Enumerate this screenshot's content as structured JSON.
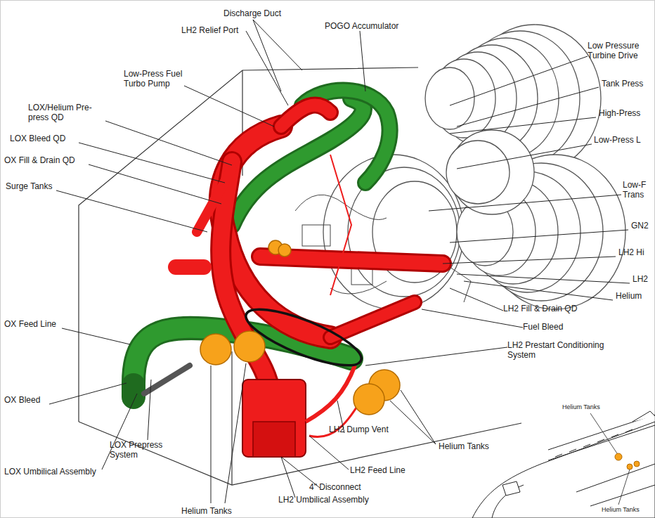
{
  "diagram": {
    "labels": [
      "Discharge Duct",
      "LH2 Relief Port",
      "POGO Accumulator",
      "Low Pressure Turbine Drive",
      "Tank Press",
      "High-Press",
      "Low-Press L",
      "Low-F Trans",
      "GN2",
      "LH2 Hi",
      "LH2",
      "Helium",
      "Low-Press Fuel Turbo Pump",
      "LOX/Helium Pre-press QD",
      "LOX Bleed QD",
      "OX Fill & Drain QD",
      "Surge Tanks",
      "OX Feed Line",
      "OX Bleed",
      "LOX Prepress System",
      "LOX Umbilical Assembly",
      "Helium Tanks",
      "4\" Disconnect",
      "LH2 Umbilical Assembly",
      "LH2 Feed Line",
      "LH2 Dump Vent",
      "Helium Tanks",
      "LH2 Fill & Drain QD",
      "Fuel Bleed",
      "LH2 Prestart Conditioning System",
      "Helium Tanks",
      "Helium Tanks"
    ]
  }
}
